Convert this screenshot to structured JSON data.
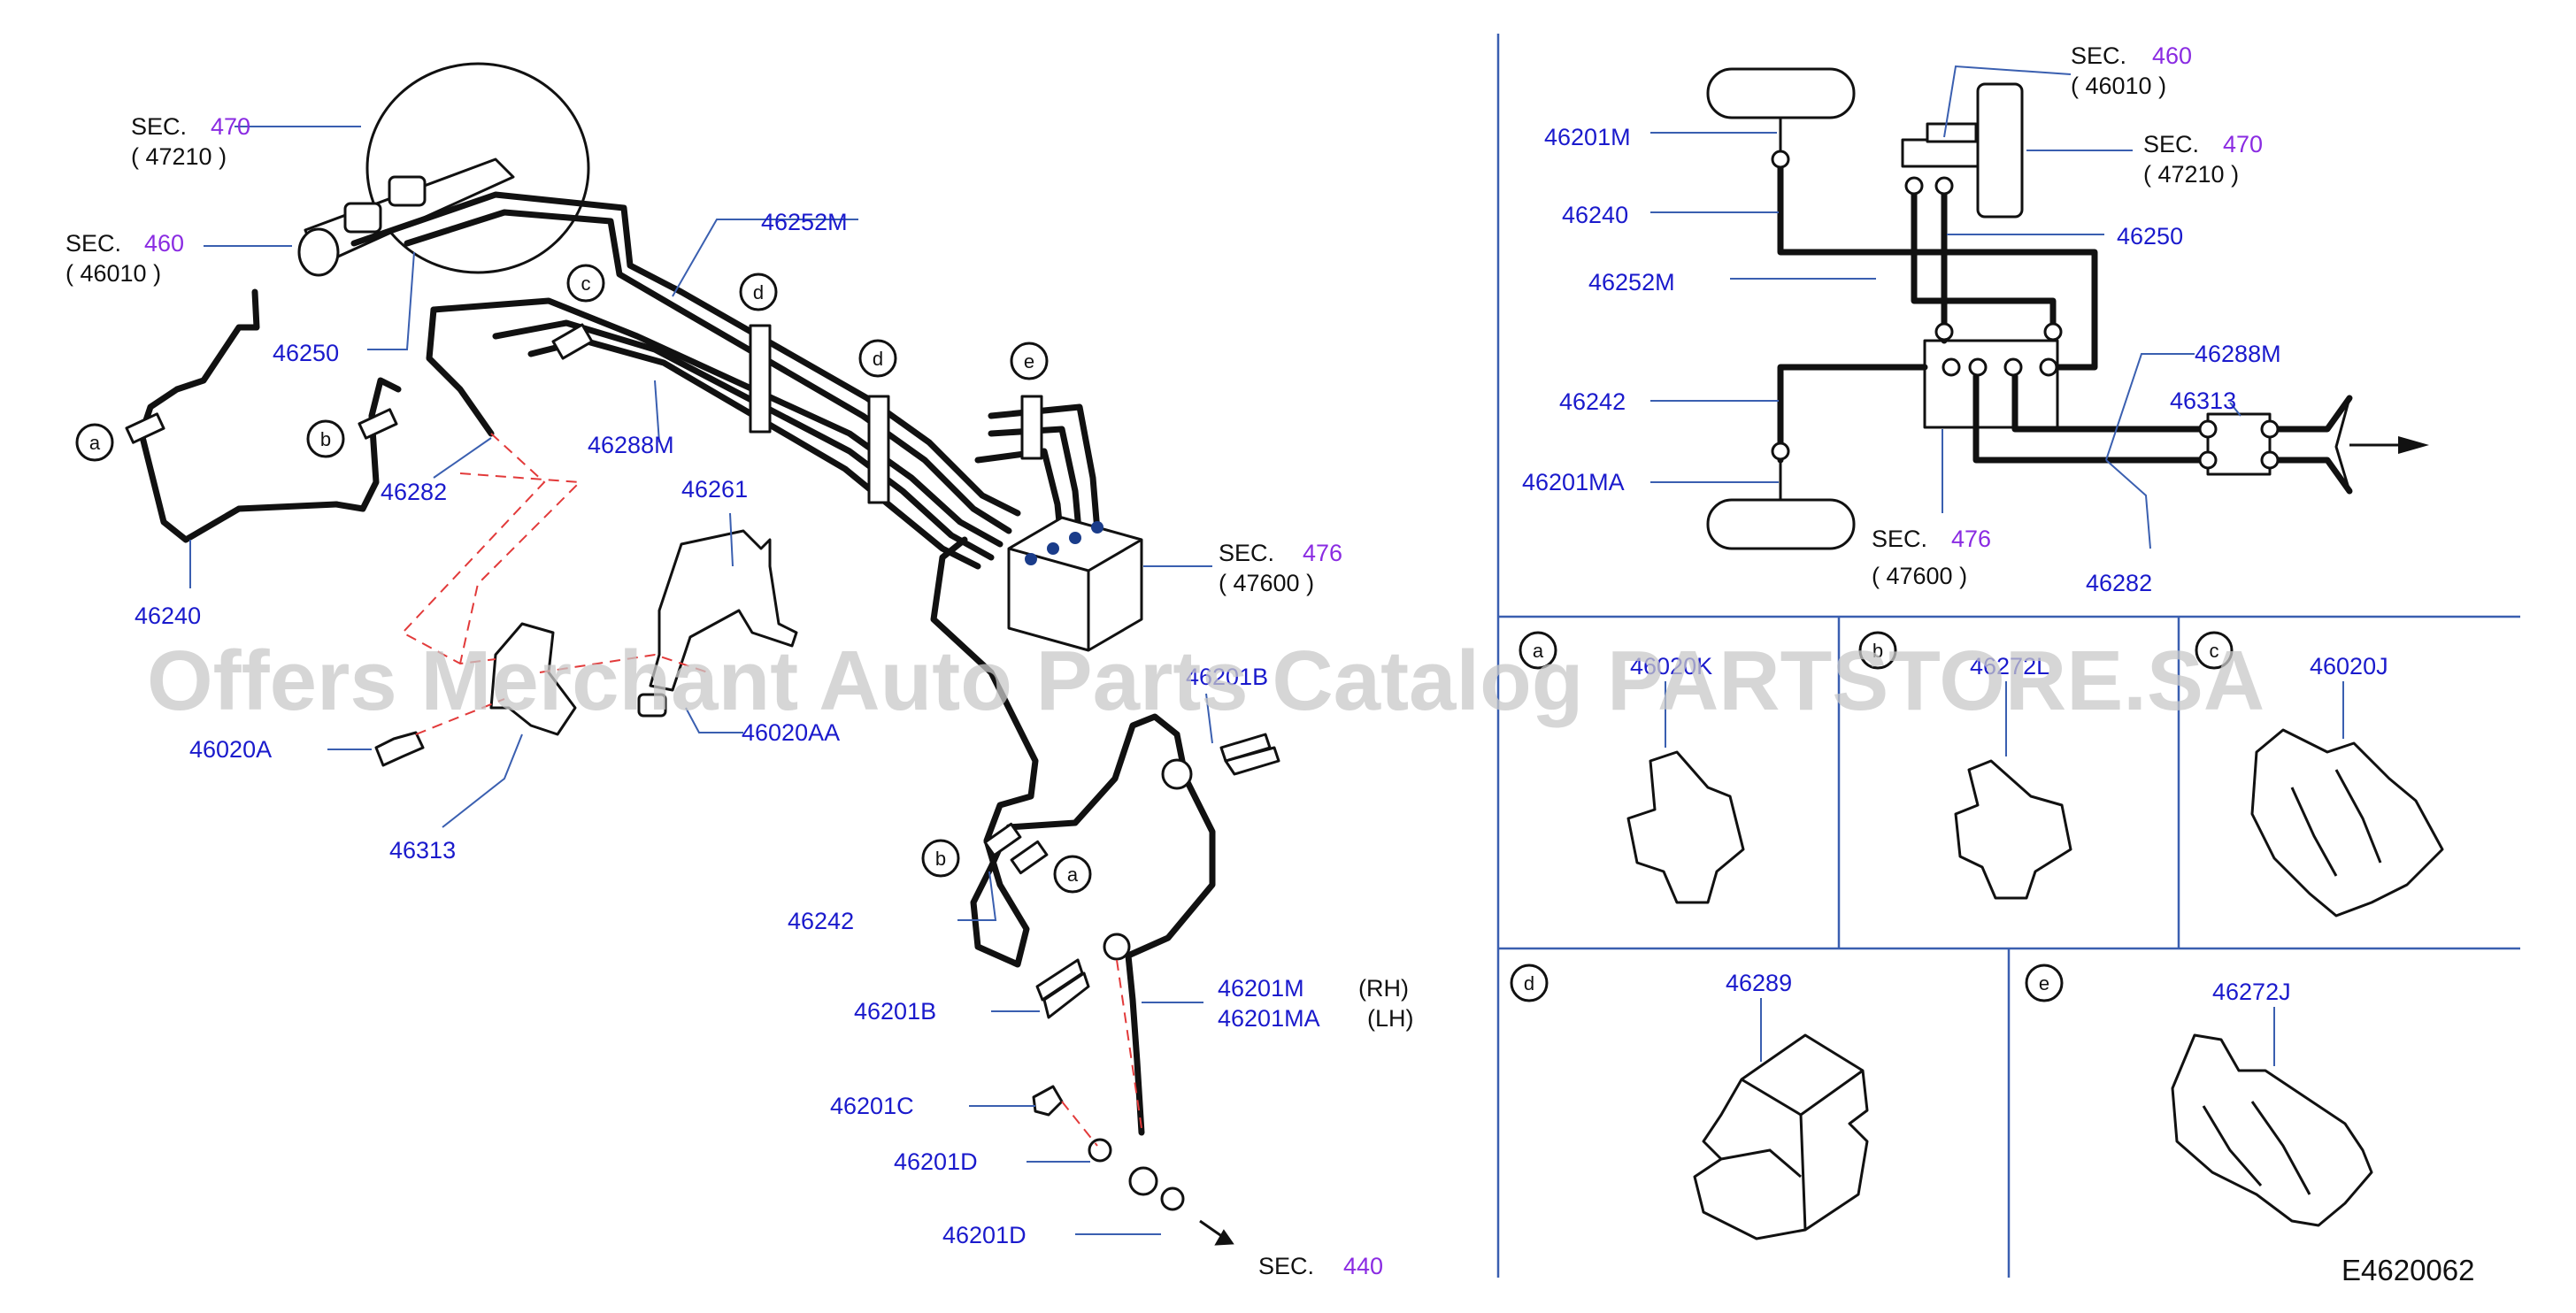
{
  "main_diagram": {
    "labels": {
      "sec470_a": "SEC.",
      "sec470_b": "470",
      "sec470_c": "( 47210 )",
      "sec460_a": "SEC.",
      "sec460_b": "460",
      "sec460_c": "( 46010 )",
      "p46250": "46250",
      "p46252M": "46252M",
      "p46288M": "46288M",
      "p46282": "46282",
      "p46240": "46240",
      "p46261": "46261",
      "p46020AA": "46020AA",
      "p46020A": "46020A",
      "p46313": "46313",
      "sec476_a": "SEC.",
      "sec476_b": "476",
      "sec476_c": "( 47600 )",
      "p46201B_top": "46201B",
      "p46242": "46242",
      "p46201M": "46201M",
      "rh": "(RH)",
      "p46201MA": "46201MA",
      "lh": "(LH)",
      "p46201B": "46201B",
      "p46201C": "46201C",
      "p46201D_1": "46201D",
      "p46201D_2": "46201D",
      "sec440_a": "SEC.",
      "sec440_b": "440"
    },
    "clip_markers": [
      "a",
      "b",
      "c",
      "d",
      "d",
      "e",
      "b",
      "a"
    ]
  },
  "schematic": {
    "labels": {
      "sec460_a": "SEC.",
      "sec460_b": "460",
      "sec460_c": "( 46010 )",
      "sec470_a": "SEC.",
      "sec470_b": "470",
      "sec470_c": "( 47210 )",
      "p46201M": "46201M",
      "p46240": "46240",
      "p46250": "46250",
      "p46252M": "46252M",
      "p46288M": "46288M",
      "p46313": "46313",
      "p46242": "46242",
      "p46201MA": "46201MA",
      "sec476_a": "SEC.",
      "sec476_b": "476",
      "sec476_c": "( 47600 )",
      "p46282": "46282"
    }
  },
  "detail_cells": [
    {
      "marker": "a",
      "part": "46020K"
    },
    {
      "marker": "b",
      "part": "46272L"
    },
    {
      "marker": "c",
      "part": "46020J"
    },
    {
      "marker": "d",
      "part": "46289"
    },
    {
      "marker": "e",
      "part": "46272J"
    }
  ],
  "watermark": "Offers Merchant Auto Parts Catalog PARTSTORE.SA",
  "diagram_code": "E4620062",
  "colors": {
    "part_number": "#1a1acc",
    "section_number": "#8a2be2",
    "leader": "#3a5fb0",
    "dash": "#e23a3a"
  }
}
